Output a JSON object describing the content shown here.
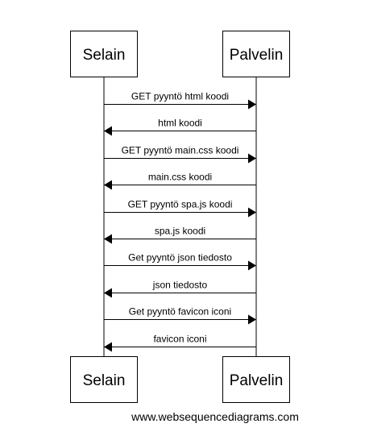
{
  "diagram": {
    "participants": [
      "Selain",
      "Palvelin"
    ],
    "messages": [
      {
        "from": "Selain",
        "to": "Palvelin",
        "label": "GET pyyntö html koodi"
      },
      {
        "from": "Palvelin",
        "to": "Selain",
        "label": "html koodi"
      },
      {
        "from": "Selain",
        "to": "Palvelin",
        "label": "GET pyyntö main.css koodi"
      },
      {
        "from": "Palvelin",
        "to": "Selain",
        "label": "main.css koodi"
      },
      {
        "from": "Selain",
        "to": "Palvelin",
        "label": "GET pyyntö spa.js koodi"
      },
      {
        "from": "Palvelin",
        "to": "Selain",
        "label": "spa.js koodi"
      },
      {
        "from": "Selain",
        "to": "Palvelin",
        "label": "Get pyyntö json tiedosto"
      },
      {
        "from": "Palvelin",
        "to": "Selain",
        "label": "json tiedosto"
      },
      {
        "from": "Selain",
        "to": "Palvelin",
        "label": "Get pyyntö favicon iconi"
      },
      {
        "from": "Palvelin",
        "to": "Selain",
        "label": "favicon iconi"
      }
    ]
  },
  "footer": {
    "credit": "www.websequencediagrams.com"
  }
}
